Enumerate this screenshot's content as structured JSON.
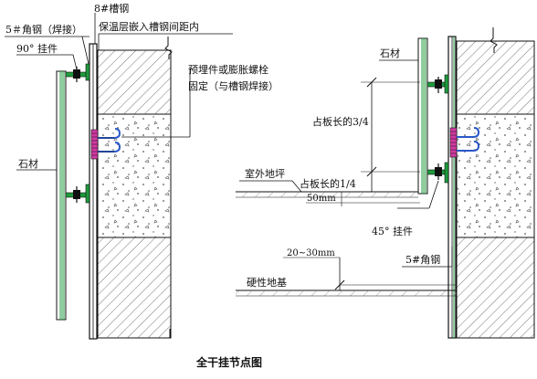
{
  "caption": "全干挂节点图",
  "left": {
    "channel_8": "8#槽钢",
    "angle_5_weld": "5＃角钢（焊接）",
    "hanger_90": "90°  挂件",
    "insulation_note": "保温层嵌入槽钢间距内",
    "embedded_line1": "预埋件或膨胀螺栓",
    "embedded_line2": "固定（与槽钢焊接）",
    "stone": "石材"
  },
  "right": {
    "stone": "石材",
    "three_quarter": "占板长的3/4",
    "outdoor_ground": "室外地坪",
    "one_quarter": "占板长的1/4",
    "dim_50": "50mm",
    "hanger_45": "45°  挂件",
    "angle_5": "5#角钢",
    "dim_20_30": "20~30mm",
    "hard_base": "硬性地基"
  },
  "colors": {
    "line": "#111111",
    "green": "#1f9a3c",
    "magenta": "#d23aa3",
    "blue": "#2a57c8",
    "hatch": "#555555"
  }
}
